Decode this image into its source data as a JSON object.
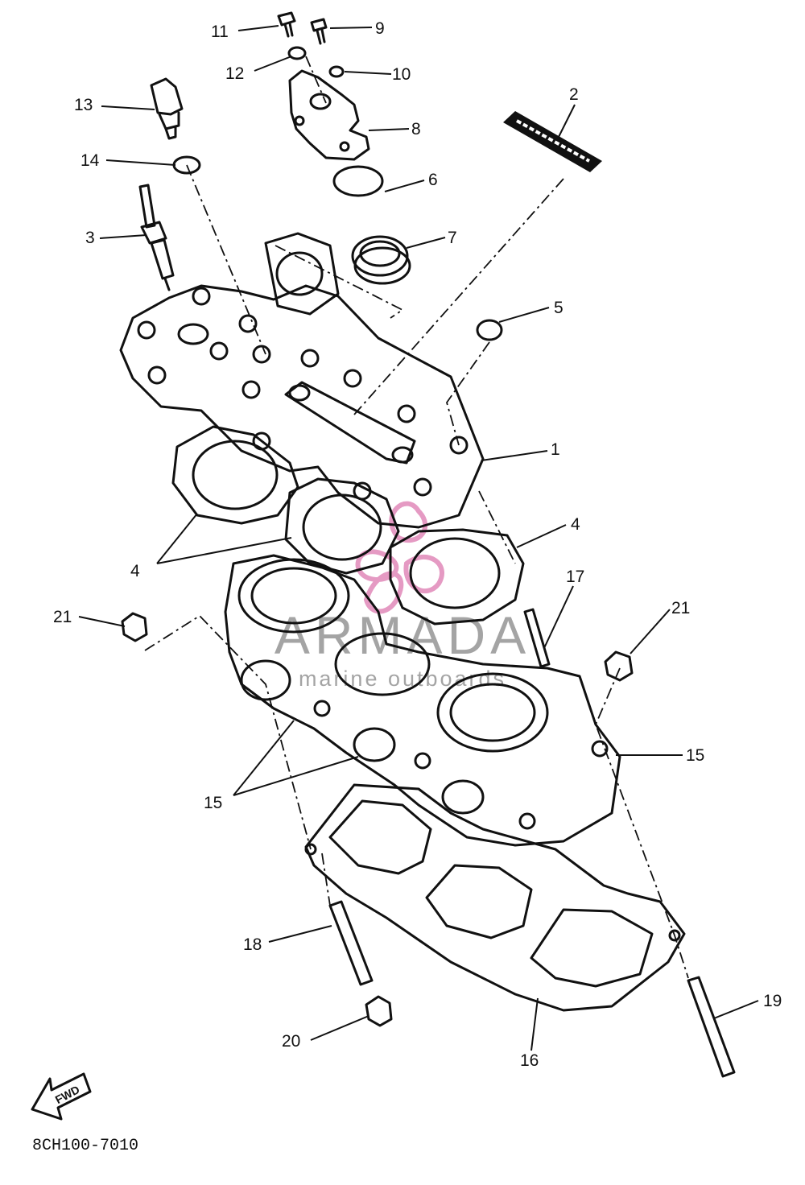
{
  "diagram": {
    "callouts": [
      {
        "id": "1",
        "label": "1"
      },
      {
        "id": "2",
        "label": "2"
      },
      {
        "id": "3",
        "label": "3"
      },
      {
        "id": "4a",
        "label": "4"
      },
      {
        "id": "4b",
        "label": "4"
      },
      {
        "id": "5",
        "label": "5"
      },
      {
        "id": "6",
        "label": "6"
      },
      {
        "id": "7",
        "label": "7"
      },
      {
        "id": "8",
        "label": "8"
      },
      {
        "id": "9",
        "label": "9"
      },
      {
        "id": "10",
        "label": "10"
      },
      {
        "id": "11",
        "label": "11"
      },
      {
        "id": "12",
        "label": "12"
      },
      {
        "id": "13",
        "label": "13"
      },
      {
        "id": "14",
        "label": "14"
      },
      {
        "id": "15a",
        "label": "15"
      },
      {
        "id": "15b",
        "label": "15"
      },
      {
        "id": "16",
        "label": "16"
      },
      {
        "id": "17",
        "label": "17"
      },
      {
        "id": "18",
        "label": "18"
      },
      {
        "id": "19",
        "label": "19"
      },
      {
        "id": "20",
        "label": "20"
      },
      {
        "id": "21a",
        "label": "21"
      },
      {
        "id": "21b",
        "label": "21"
      }
    ],
    "fwd_label": "FWD",
    "drawing_code": "8CH100-7010",
    "watermark": {
      "brand": "ARMADA",
      "tagline": "marine outboards",
      "color": "#e59ac3"
    }
  }
}
